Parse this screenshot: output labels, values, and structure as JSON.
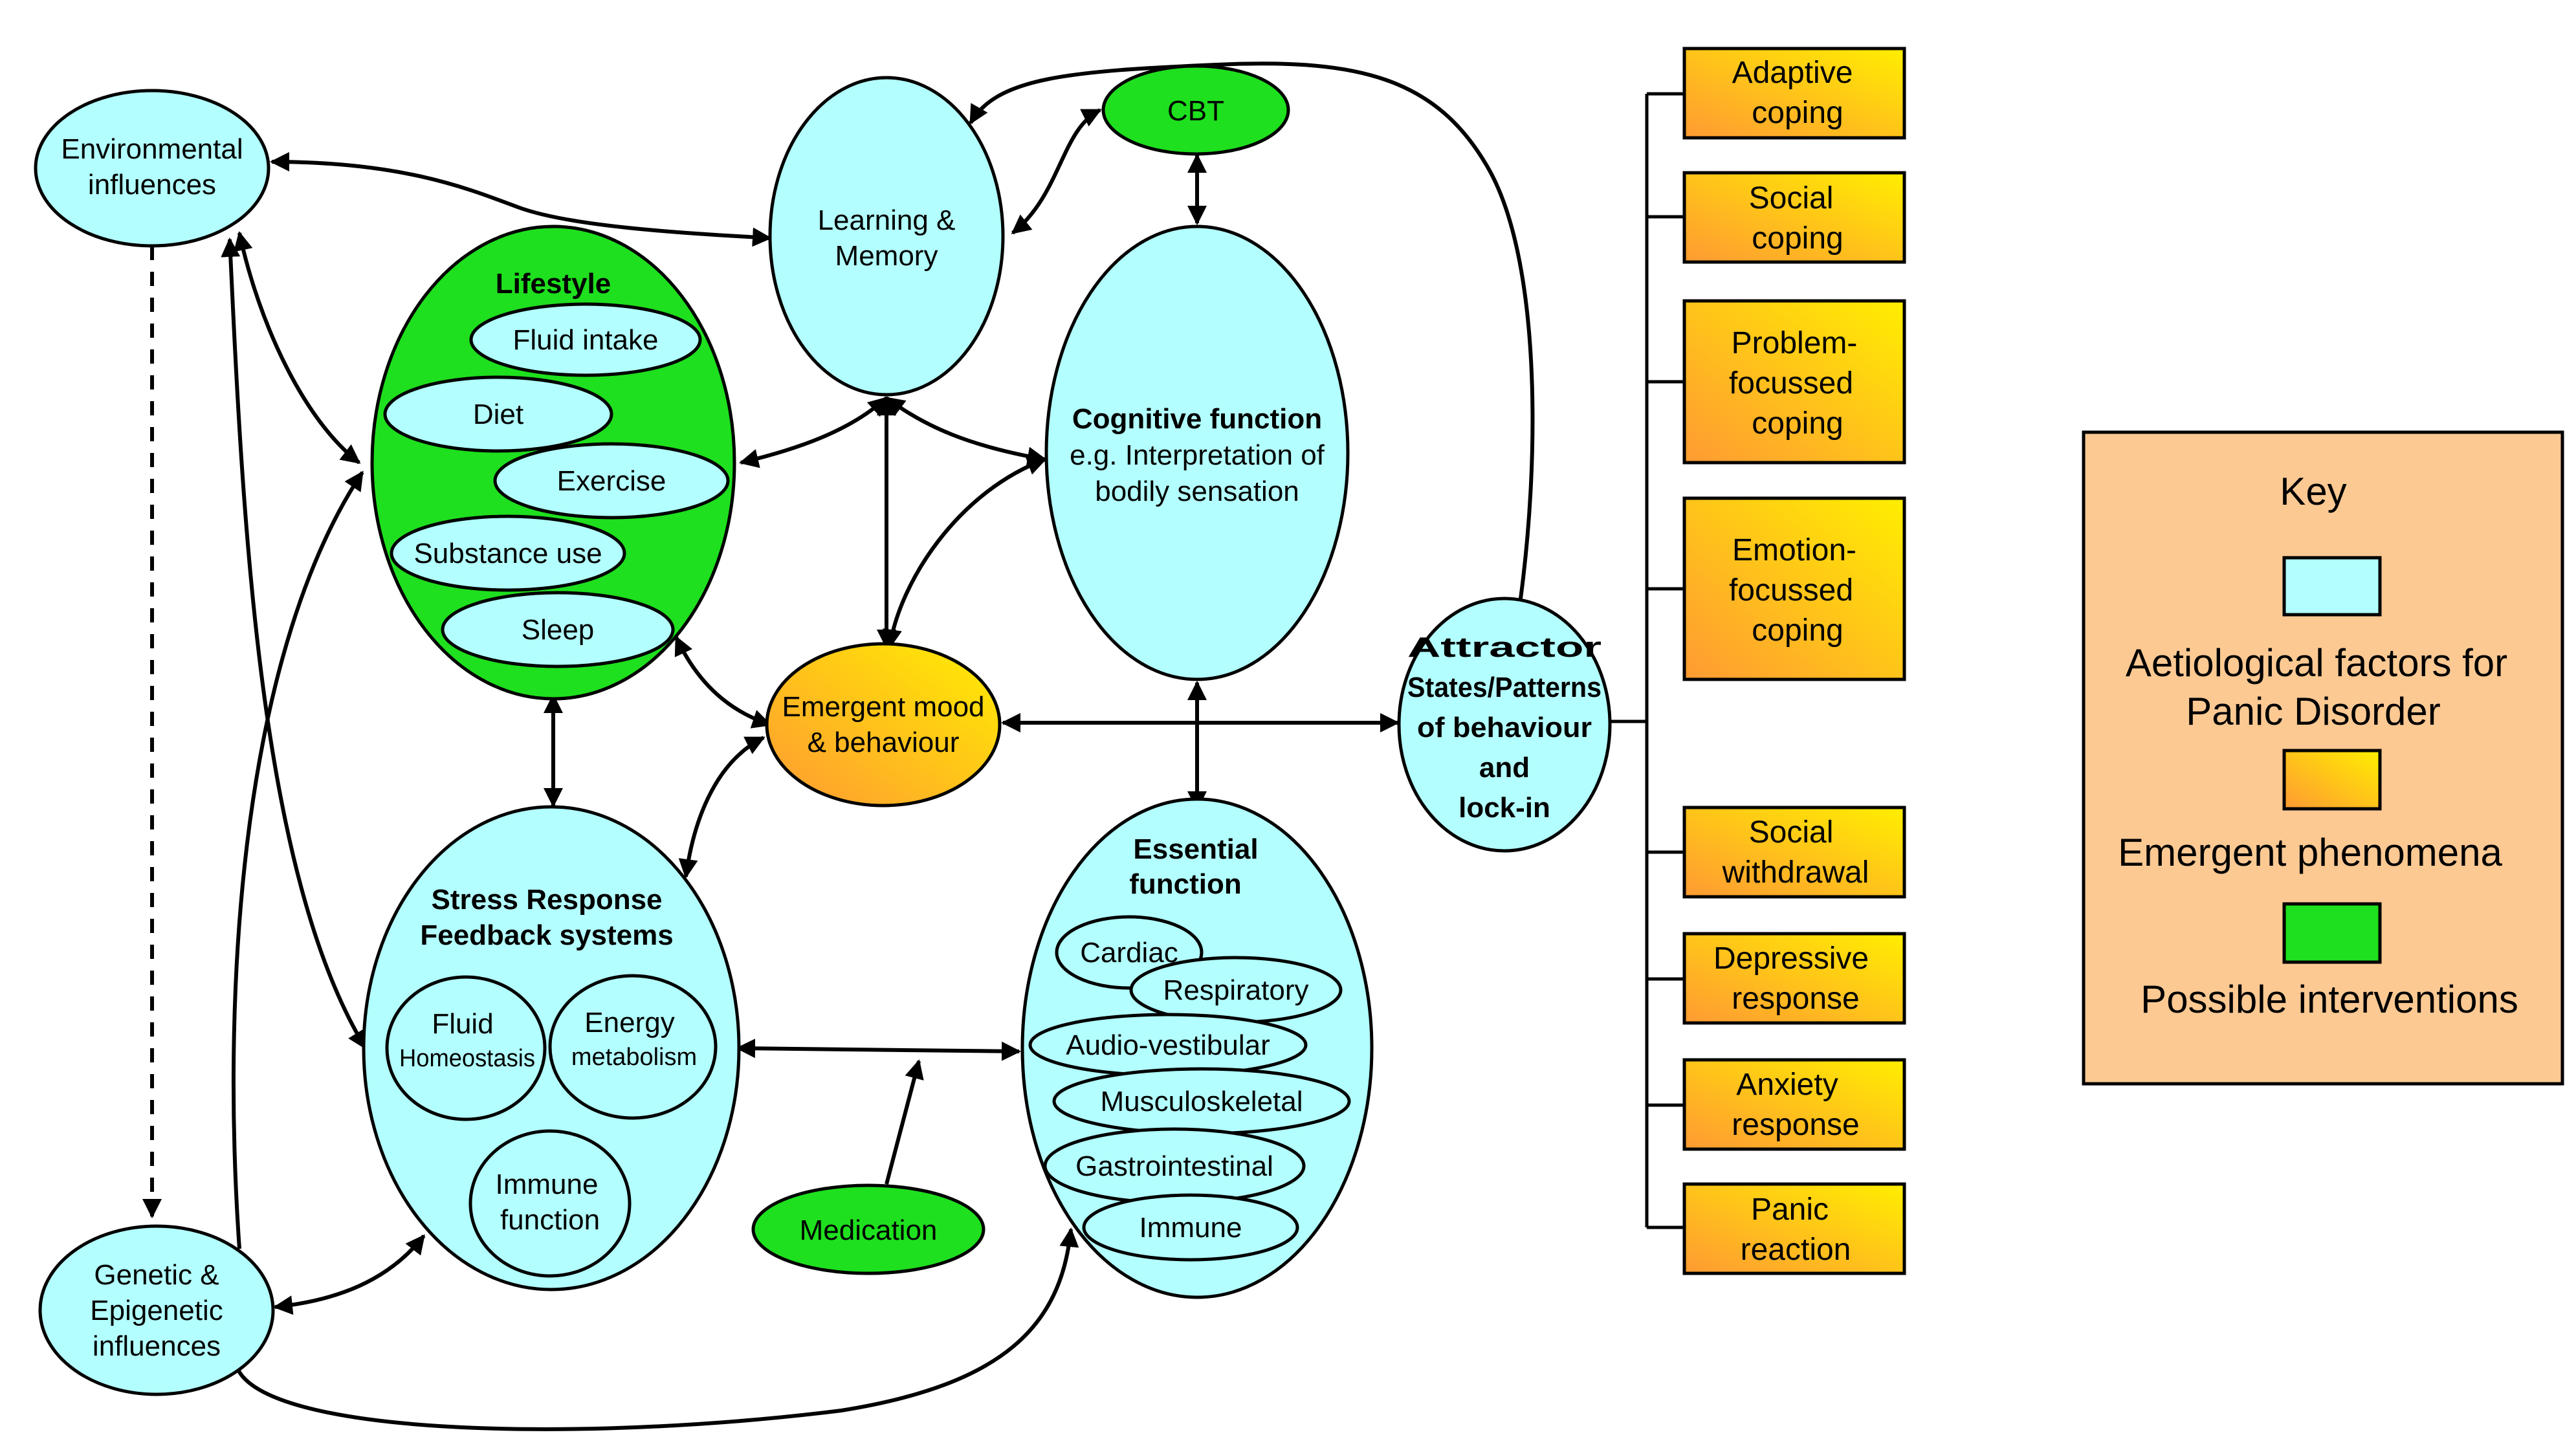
{
  "colors": {
    "aetiological": "#b3ffff",
    "intervention": "#1ee01e",
    "emergent_top": "#ffee00",
    "emergent_bottom": "#ff9a33",
    "key_bg": "#fcc993"
  },
  "nodes": {
    "environmental": [
      "Environmental",
      "influences"
    ],
    "learning": [
      "Learning &",
      "Memory"
    ],
    "cbt": "CBT",
    "lifestyle": {
      "title": "Lifestyle",
      "items": [
        "Fluid intake",
        "Diet",
        "Exercise",
        "Substance use",
        "Sleep"
      ]
    },
    "cognitive": {
      "title": "Cognitive function",
      "subtitle": [
        "e.g. Interpretation of",
        "bodily sensation"
      ]
    },
    "emergent": [
      "Emergent mood",
      "& behaviour"
    ],
    "attractor": [
      "Attractor",
      "States/Patterns",
      "of behaviour",
      "and",
      "lock-in"
    ],
    "stress": {
      "title": [
        "Stress Response",
        "Feedback systems"
      ],
      "fluid": [
        "Fluid",
        "Homeostasis"
      ],
      "energy": [
        "Energy",
        "metabolism"
      ],
      "immune": [
        "Immune",
        "function"
      ]
    },
    "essential": {
      "title": [
        "Essential",
        "function"
      ],
      "items": [
        "Cardiac",
        "Respiratory",
        "Audio-vestibular",
        "Musculoskeletal",
        "Gastrointestinal",
        "Immune"
      ]
    },
    "genetic": [
      "Genetic &",
      "Epigenetic",
      "influences"
    ],
    "medication": "Medication"
  },
  "outcomes": [
    [
      "Adaptive",
      "coping"
    ],
    [
      "Social",
      "coping"
    ],
    [
      "Problem-",
      "focussed",
      "coping"
    ],
    [
      "Emotion-",
      "focussed",
      "coping"
    ],
    [
      "Social",
      "withdrawal"
    ],
    [
      "Depressive",
      "response"
    ],
    [
      "Anxiety",
      "response"
    ],
    [
      "Panic",
      "reaction"
    ]
  ],
  "key": {
    "title": "Key",
    "aetiological": [
      "Aetiological factors for",
      "Panic Disorder"
    ],
    "emergent": "Emergent phenomena",
    "interventions": "Possible interventions"
  }
}
